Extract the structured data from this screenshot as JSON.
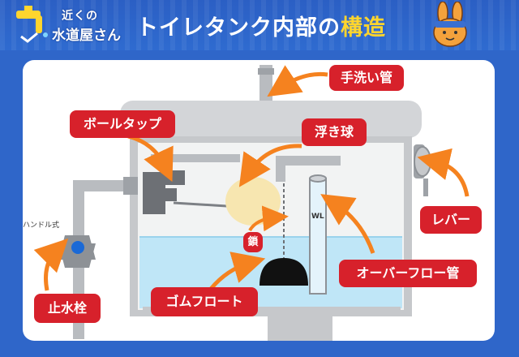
{
  "header": {
    "logo_top": "近くの",
    "logo_bottom": "水道屋さん",
    "title_main": "トイレタンク内部の",
    "title_accent": "構造"
  },
  "labels": {
    "handwash": "手洗い管",
    "ball_tap": "ボールタップ",
    "float_ball": "浮き球",
    "lever": "レバー",
    "chain": "鎖",
    "overflow": "オーバーフロー管",
    "rubber_float": "ゴムフロート",
    "stop_valve": "止水栓",
    "handle_type": "ハンドル式",
    "wl": "WL"
  },
  "colors": {
    "label_bg": "#d7212b",
    "arrow": "#f5821f",
    "pipe": "#b9bcc0",
    "water": "#bfe6f7",
    "header_bg": "#2f66c9",
    "title_accent": "#ffd52e"
  }
}
